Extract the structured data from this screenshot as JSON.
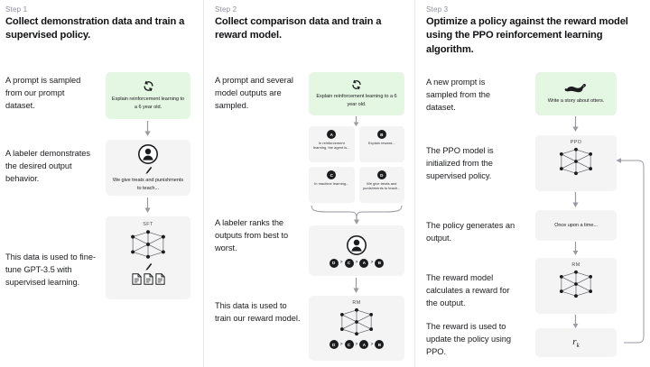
{
  "columns": [
    {
      "step_label": "Step 1",
      "title": "Collect demonstration data and train a supervised policy.",
      "notes": [
        "A prompt is sampled from our prompt dataset.",
        "A labeler demonstrates the desired output behavior.",
        "This data is used to fine-tune GPT-3.5 with supervised learning."
      ],
      "cards": {
        "prompt": {
          "text": "Explain reinforcement learning to a 6 year old.",
          "icon": "refresh-cycle-icon",
          "color": "#e4f7e2"
        },
        "labeler": {
          "text": "We give treats and punishments to teach...",
          "icon": "labeler-person-icon"
        },
        "model": {
          "tag": "SFT",
          "icon": "neural-network-icon"
        }
      }
    },
    {
      "step_label": "Step 2",
      "title": "Collect comparison data and train a reward model.",
      "notes": [
        "A prompt and several model outputs are sampled.",
        "A labeler ranks the outputs from best to worst.",
        "This data is used to train our reward model."
      ],
      "cards": {
        "prompt": {
          "text": "Explain reinforcement learning to a 6 year old.",
          "icon": "refresh-cycle-icon",
          "color": "#e4f7e2"
        },
        "outputs": [
          {
            "badge": "A",
            "text": "In reinforcement learning, the agent is..."
          },
          {
            "badge": "B",
            "text": "Explain reward..."
          },
          {
            "badge": "C",
            "text": "In machine learning..."
          },
          {
            "badge": "D",
            "text": "We give treats and punishments to teach..."
          }
        ],
        "labeler": {
          "icon": "labeler-person-icon",
          "ranking": [
            "D",
            "C",
            "A",
            "B"
          ]
        },
        "model": {
          "tag": "RM",
          "icon": "neural-network-icon",
          "ranking": [
            "D",
            "C",
            "A",
            "B"
          ]
        }
      }
    },
    {
      "step_label": "Step 3",
      "title": "Optimize a policy against the reward model using the PPO reinforcement learning algorithm.",
      "notes": [
        "A new prompt is sampled from the dataset.",
        "The PPO model is initialized from the supervised policy.",
        "The policy generates an output.",
        "The reward model calculates a reward for the output.",
        "The reward is used to update the policy using PPO."
      ],
      "cards": {
        "prompt": {
          "text": "Write a story about otters.",
          "icon": "otter-icon",
          "color": "#e4f7e2"
        },
        "ppo": {
          "tag": "PPO",
          "icon": "neural-network-icon"
        },
        "output": {
          "text": "Once upon a time..."
        },
        "reward_model": {
          "tag": "RM",
          "icon": "neural-network-icon"
        },
        "reward": {
          "symbol": "r",
          "subscript": "k"
        }
      }
    }
  ],
  "theme": {
    "background": "#ffffff",
    "card": "#f4f4f4",
    "prompt_card": "#e4f7e2",
    "text": "#202123",
    "muted": "#8e8ea0",
    "divider": "#e6e6e6"
  }
}
